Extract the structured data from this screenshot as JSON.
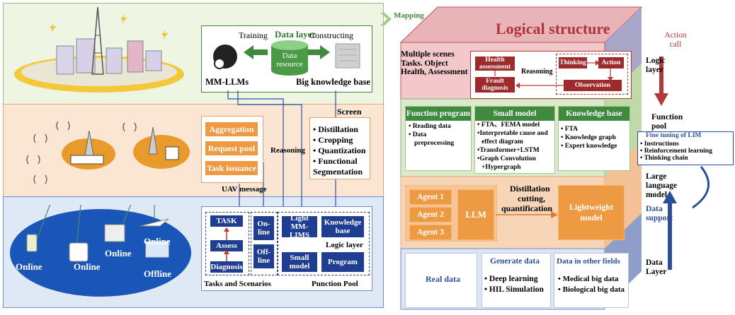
{
  "left": {
    "data_layer": {
      "title": "Data layer",
      "training": "Training",
      "constructing": "Constructing",
      "resource": "Data resource",
      "mm_llms": "MM-LLMs",
      "big_kb": "Big knowledge base"
    },
    "screen": "Screen",
    "screen_items": [
      "• Distillation",
      "• Cropping",
      "• Quantization",
      "• Functional",
      "Segmentation"
    ],
    "reasoning": "Reasoning",
    "orange_buttons": [
      "Aggregation",
      "Request pool",
      "Task issuance"
    ],
    "uav_message": "UAV message",
    "devices": [
      "Online",
      "Online",
      "Online",
      "Online",
      "Offline"
    ],
    "tasks": {
      "task": "TASK",
      "assess": "Assess",
      "diagnosis": "Diagnosis",
      "caption": "Tasks and Scenarios"
    },
    "pool": {
      "online": "On-line",
      "offline": "Off-line",
      "light": "Light MM-LIMS",
      "kb": "Knowledge base",
      "logic_layer": "Logic layer",
      "small_model": "Small model",
      "program": "Program",
      "caption": "Punction Pool"
    }
  },
  "mapping": "Mapping",
  "right": {
    "title": "Logical structure",
    "scene_text": "Multiple scenes Tasks. Object Health, Assessment",
    "reasoning": "Reasoning",
    "red_boxes": {
      "health": "Health assessment",
      "fault": "Frault diagnosis",
      "thinking": "Thinking",
      "action": "Action",
      "observation": "Observation"
    },
    "columns": [
      {
        "head": "Function program",
        "items": [
          "• Reading data",
          "• Data",
          "preprocessing"
        ]
      },
      {
        "head": "Small model",
        "items": [
          "• FTA、FEMA model",
          "•Interpretable cause and",
          "effect diagram",
          "•Transformer+LSTM",
          "•Graph Convolution",
          "+Hypergraph"
        ]
      },
      {
        "head": "Knowledge base",
        "items": [
          "• FTA",
          "• Knowledge graph",
          "• Expert knowledge"
        ]
      }
    ],
    "agents": [
      "Agent 1",
      "Agent 2",
      "Agent 3"
    ],
    "llm": "LLM",
    "distill": [
      "Distillation",
      "cutting,",
      "quantification"
    ],
    "lightweight": "Lightweight model",
    "bottom": {
      "real": "Real data",
      "generate_title": "Generate data",
      "generate_items": [
        "• Deep learning",
        "• HIL Simulation"
      ],
      "other_title": "Data in other fields",
      "other_items": [
        "• Medical big data",
        "• Biological big data"
      ]
    },
    "side": {
      "action_call": "Action call",
      "logic_layer": "Logic layer",
      "function_pool": "Function pool",
      "fine_tuning": "Fine tuning of LIM",
      "fine_items": [
        "• Instructions",
        "• Reinforcement learning",
        "• Thinking chain"
      ],
      "large_model": "Large language model",
      "data_support": "Data support",
      "data_layer": "Data Layer"
    }
  }
}
